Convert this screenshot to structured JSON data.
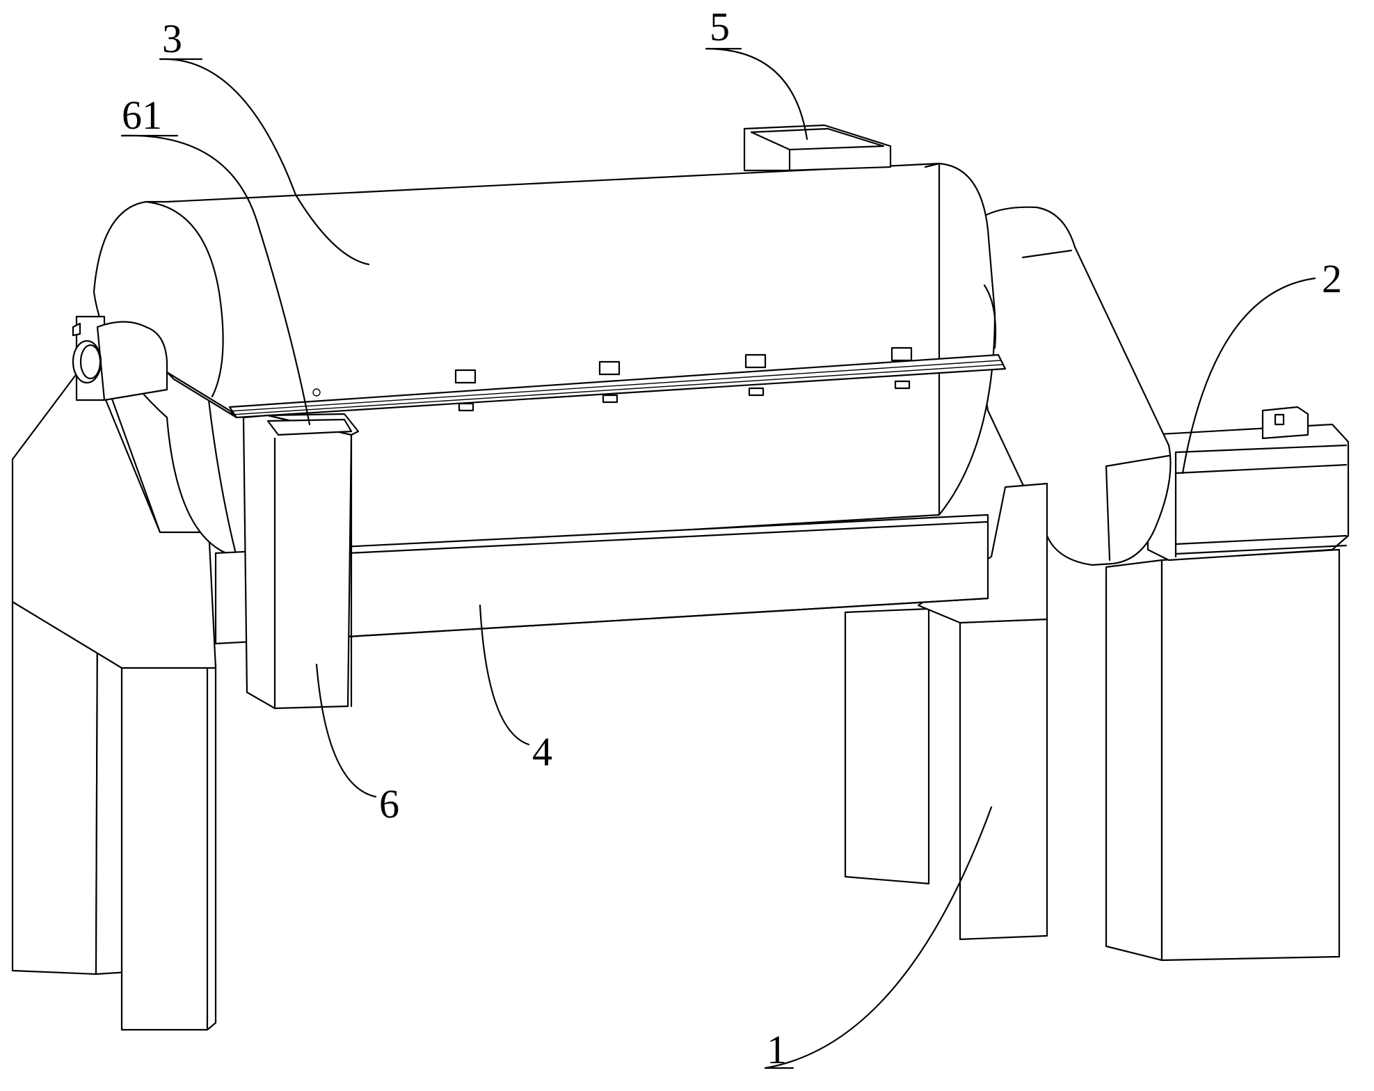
{
  "figure": {
    "labels": {
      "frame": "1",
      "motor": "2",
      "drum": "3",
      "lower_shell": "4",
      "inlet": "5",
      "box": "6",
      "box_top": "61"
    }
  },
  "colors": {
    "line": "#000000",
    "background": "#ffffff"
  }
}
